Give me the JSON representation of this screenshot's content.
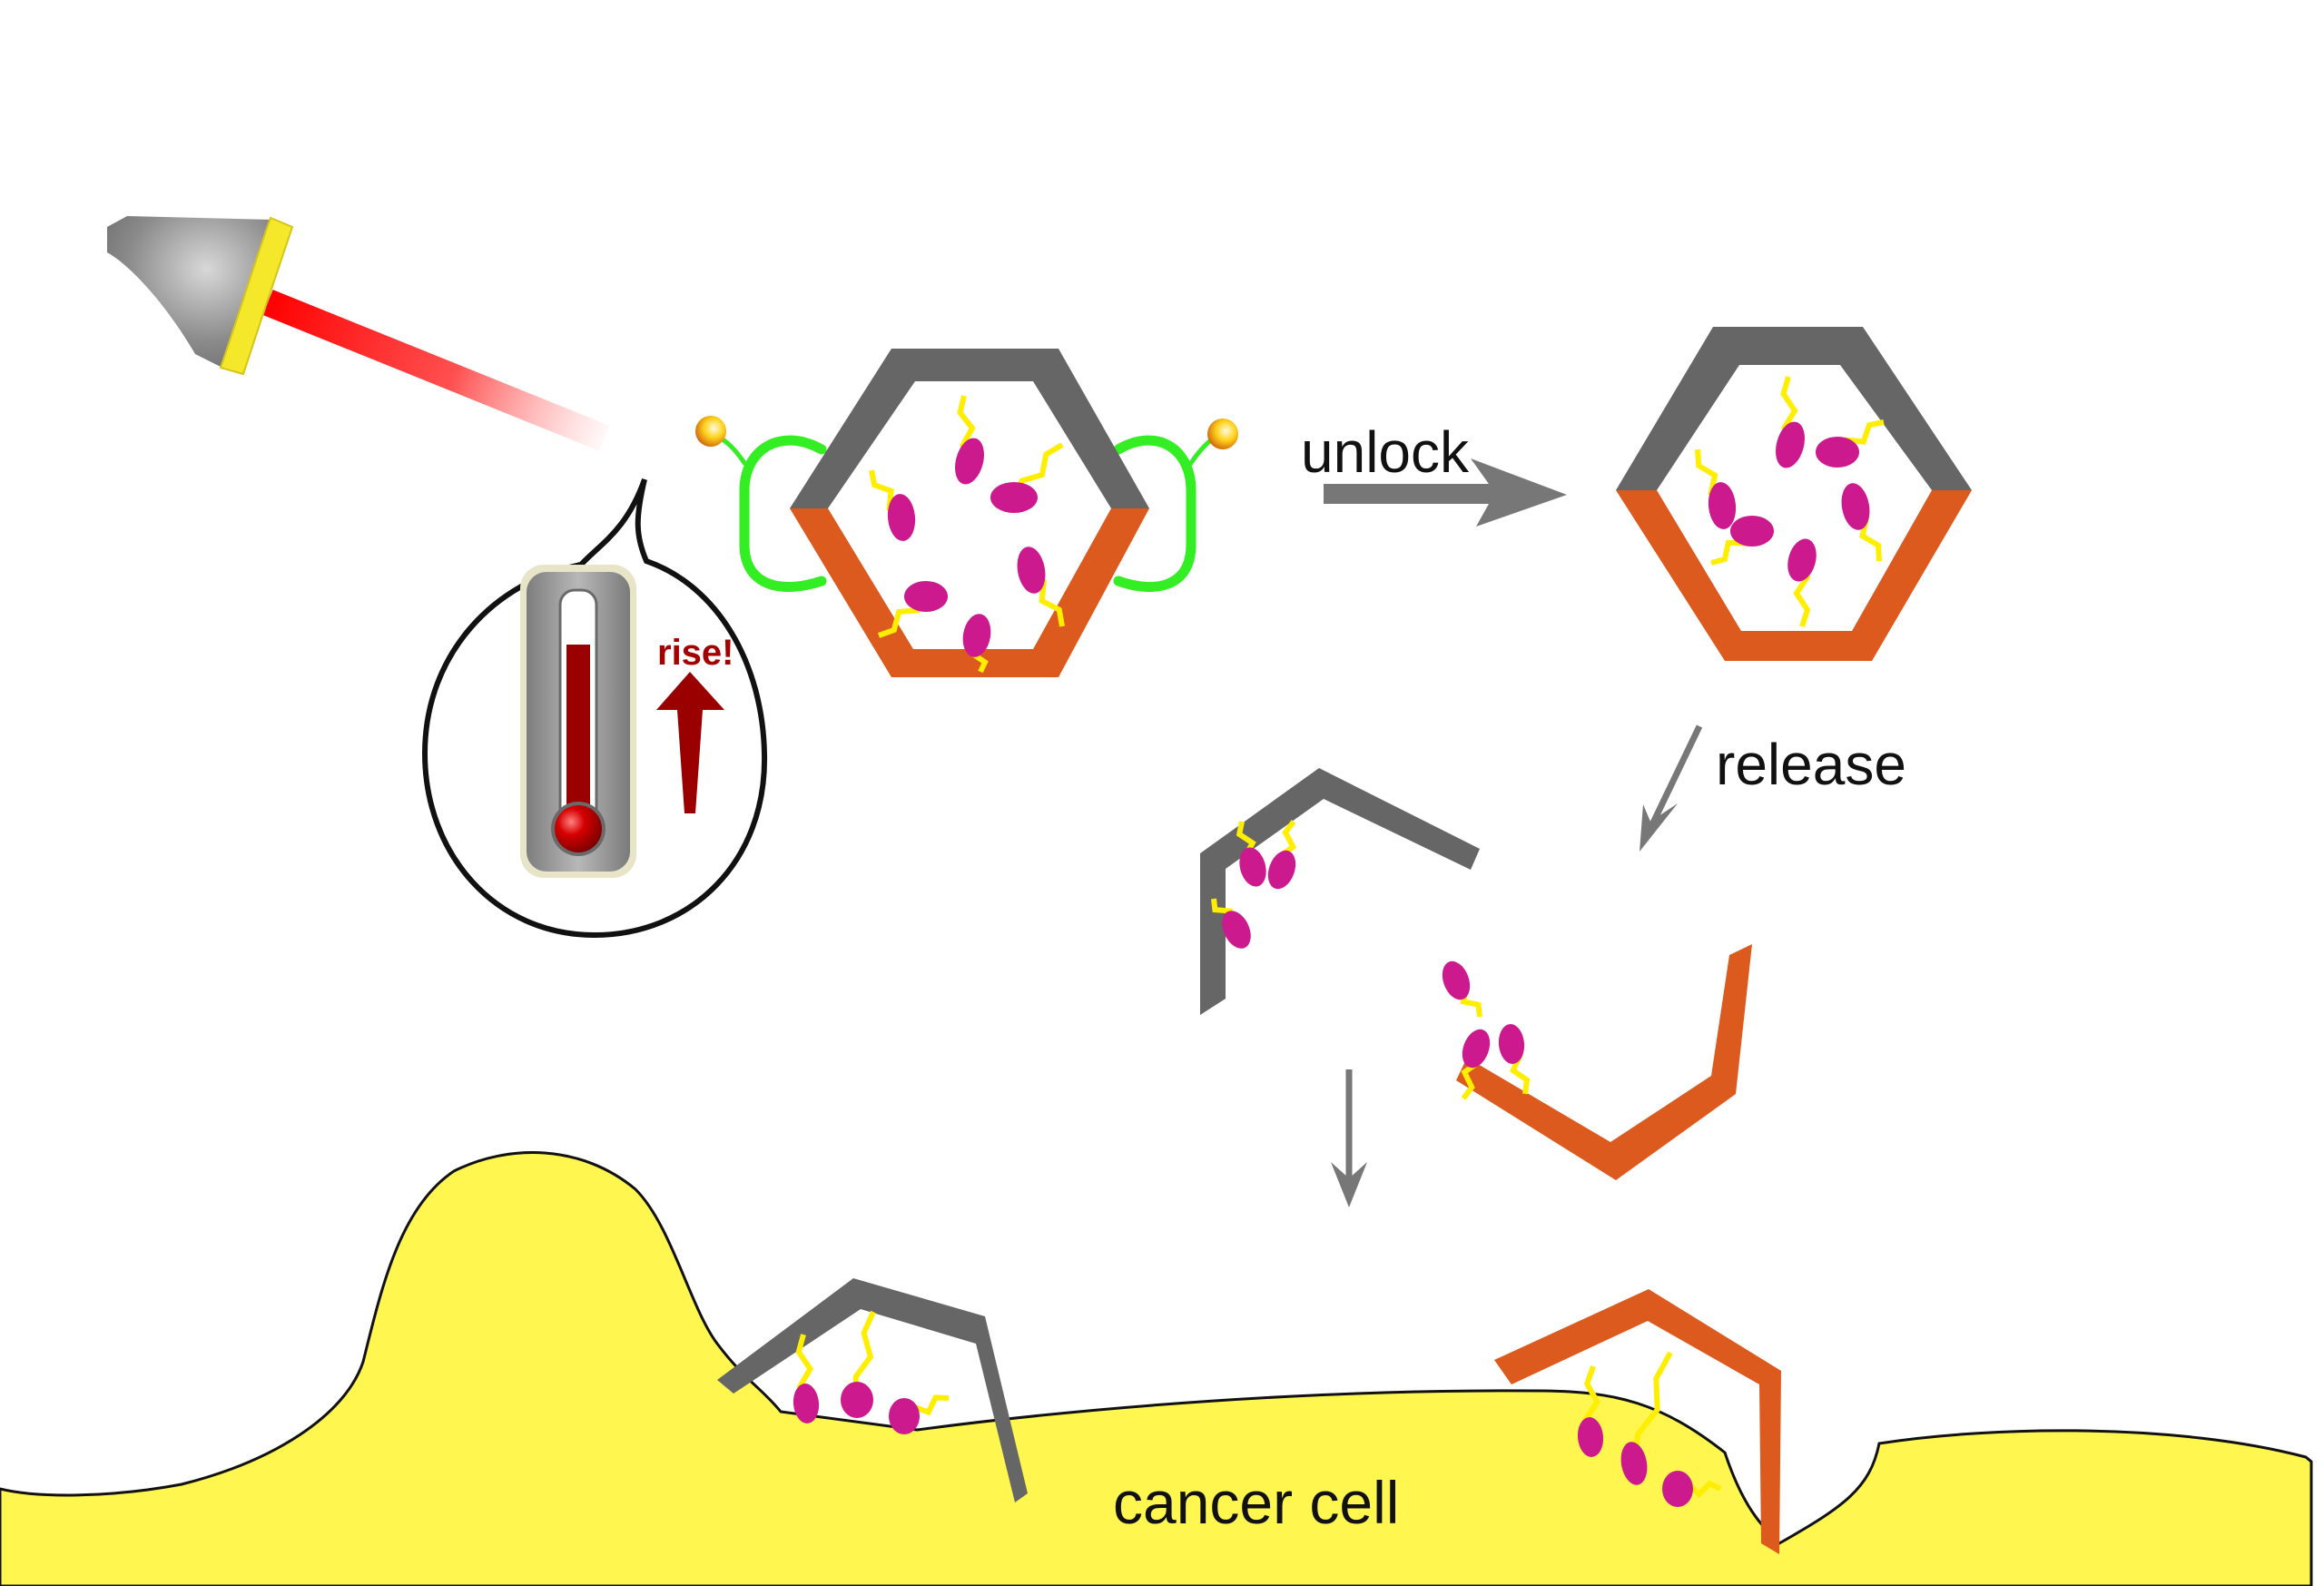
{
  "diagram": {
    "title": "Photothermal unlocking and drug release from nanocarrier to cancer cell",
    "labels": {
      "rise": "rise!",
      "unlock": "unlock",
      "release": "release",
      "cancer_cell": "cancer cell"
    },
    "stages": [
      {
        "id": "laser",
        "description": "NIR laser irradiating nanocarrier"
      },
      {
        "id": "heat",
        "description": "Temperature rises (thermometer in speech bubble)"
      },
      {
        "id": "locked-carrier",
        "description": "Hexagonal carrier closed by green thermo-responsive locks with gold nanoparticles",
        "cargo_count": 6
      },
      {
        "id": "unlocked-carrier",
        "description": "Carrier after unlocking",
        "cargo_count": 6
      },
      {
        "id": "released-halves",
        "description": "Carrier splits into gray and orange halves",
        "gray_cargo_count": 3,
        "orange_cargo_count": 3
      },
      {
        "id": "cell-binding",
        "description": "Halves bind to cancer cell surface",
        "gray_cargo_count": 3,
        "orange_cargo_count": 3
      }
    ],
    "colors": {
      "gray_shell": "#666666",
      "orange_shell": "#dd5a1e",
      "cargo": "#cc1a8e",
      "linker": "#ffee00",
      "lock": "#33ee22",
      "laser_beam": "#ff1a1a",
      "cell": "#fff650",
      "thermo_red": "#9a0000",
      "arrow": "#777777"
    }
  }
}
